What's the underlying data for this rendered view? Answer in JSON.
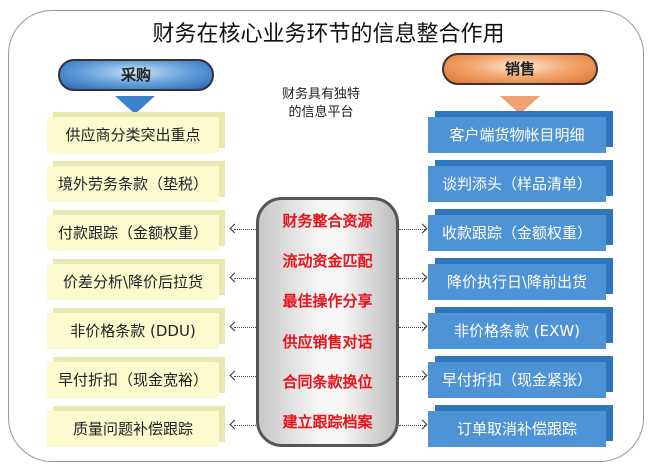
{
  "title": "财务在核心业务环节的信息整合作用",
  "procurement": {
    "label": "采购",
    "items": [
      "供应商分类突出重点",
      "境外劳务条款（垫税）",
      "付款跟踪（金额权重）",
      "价差分析\\降价后拉货",
      "非价格条款 (DDU)",
      "早付折扣（现金宽裕）",
      "质量问题补偿跟踪"
    ]
  },
  "sales": {
    "label": "销售",
    "items": [
      "客户端货物帐目明细",
      "谈判添头（样品清单）",
      "收款跟踪（金额权重）",
      "降价执行日\\降前出货",
      "非价格条款 (EXW)",
      "早付折扣（现金紧张）",
      "订单取消补偿跟踪"
    ]
  },
  "center_note": {
    "line1": "财务具有独特",
    "line2": "的信息平台"
  },
  "center": {
    "items": [
      "财务整合资源",
      "流动资金匹配",
      "最佳操作分享",
      "供应销售对话",
      "合同条款换位",
      "建立跟踪档案"
    ]
  },
  "colors": {
    "procurement": "#1e64b8",
    "sales": "#e0712c",
    "center_text": "#e8121a",
    "left_box": "#fbfbcf",
    "right_box": "#4d93d6"
  }
}
